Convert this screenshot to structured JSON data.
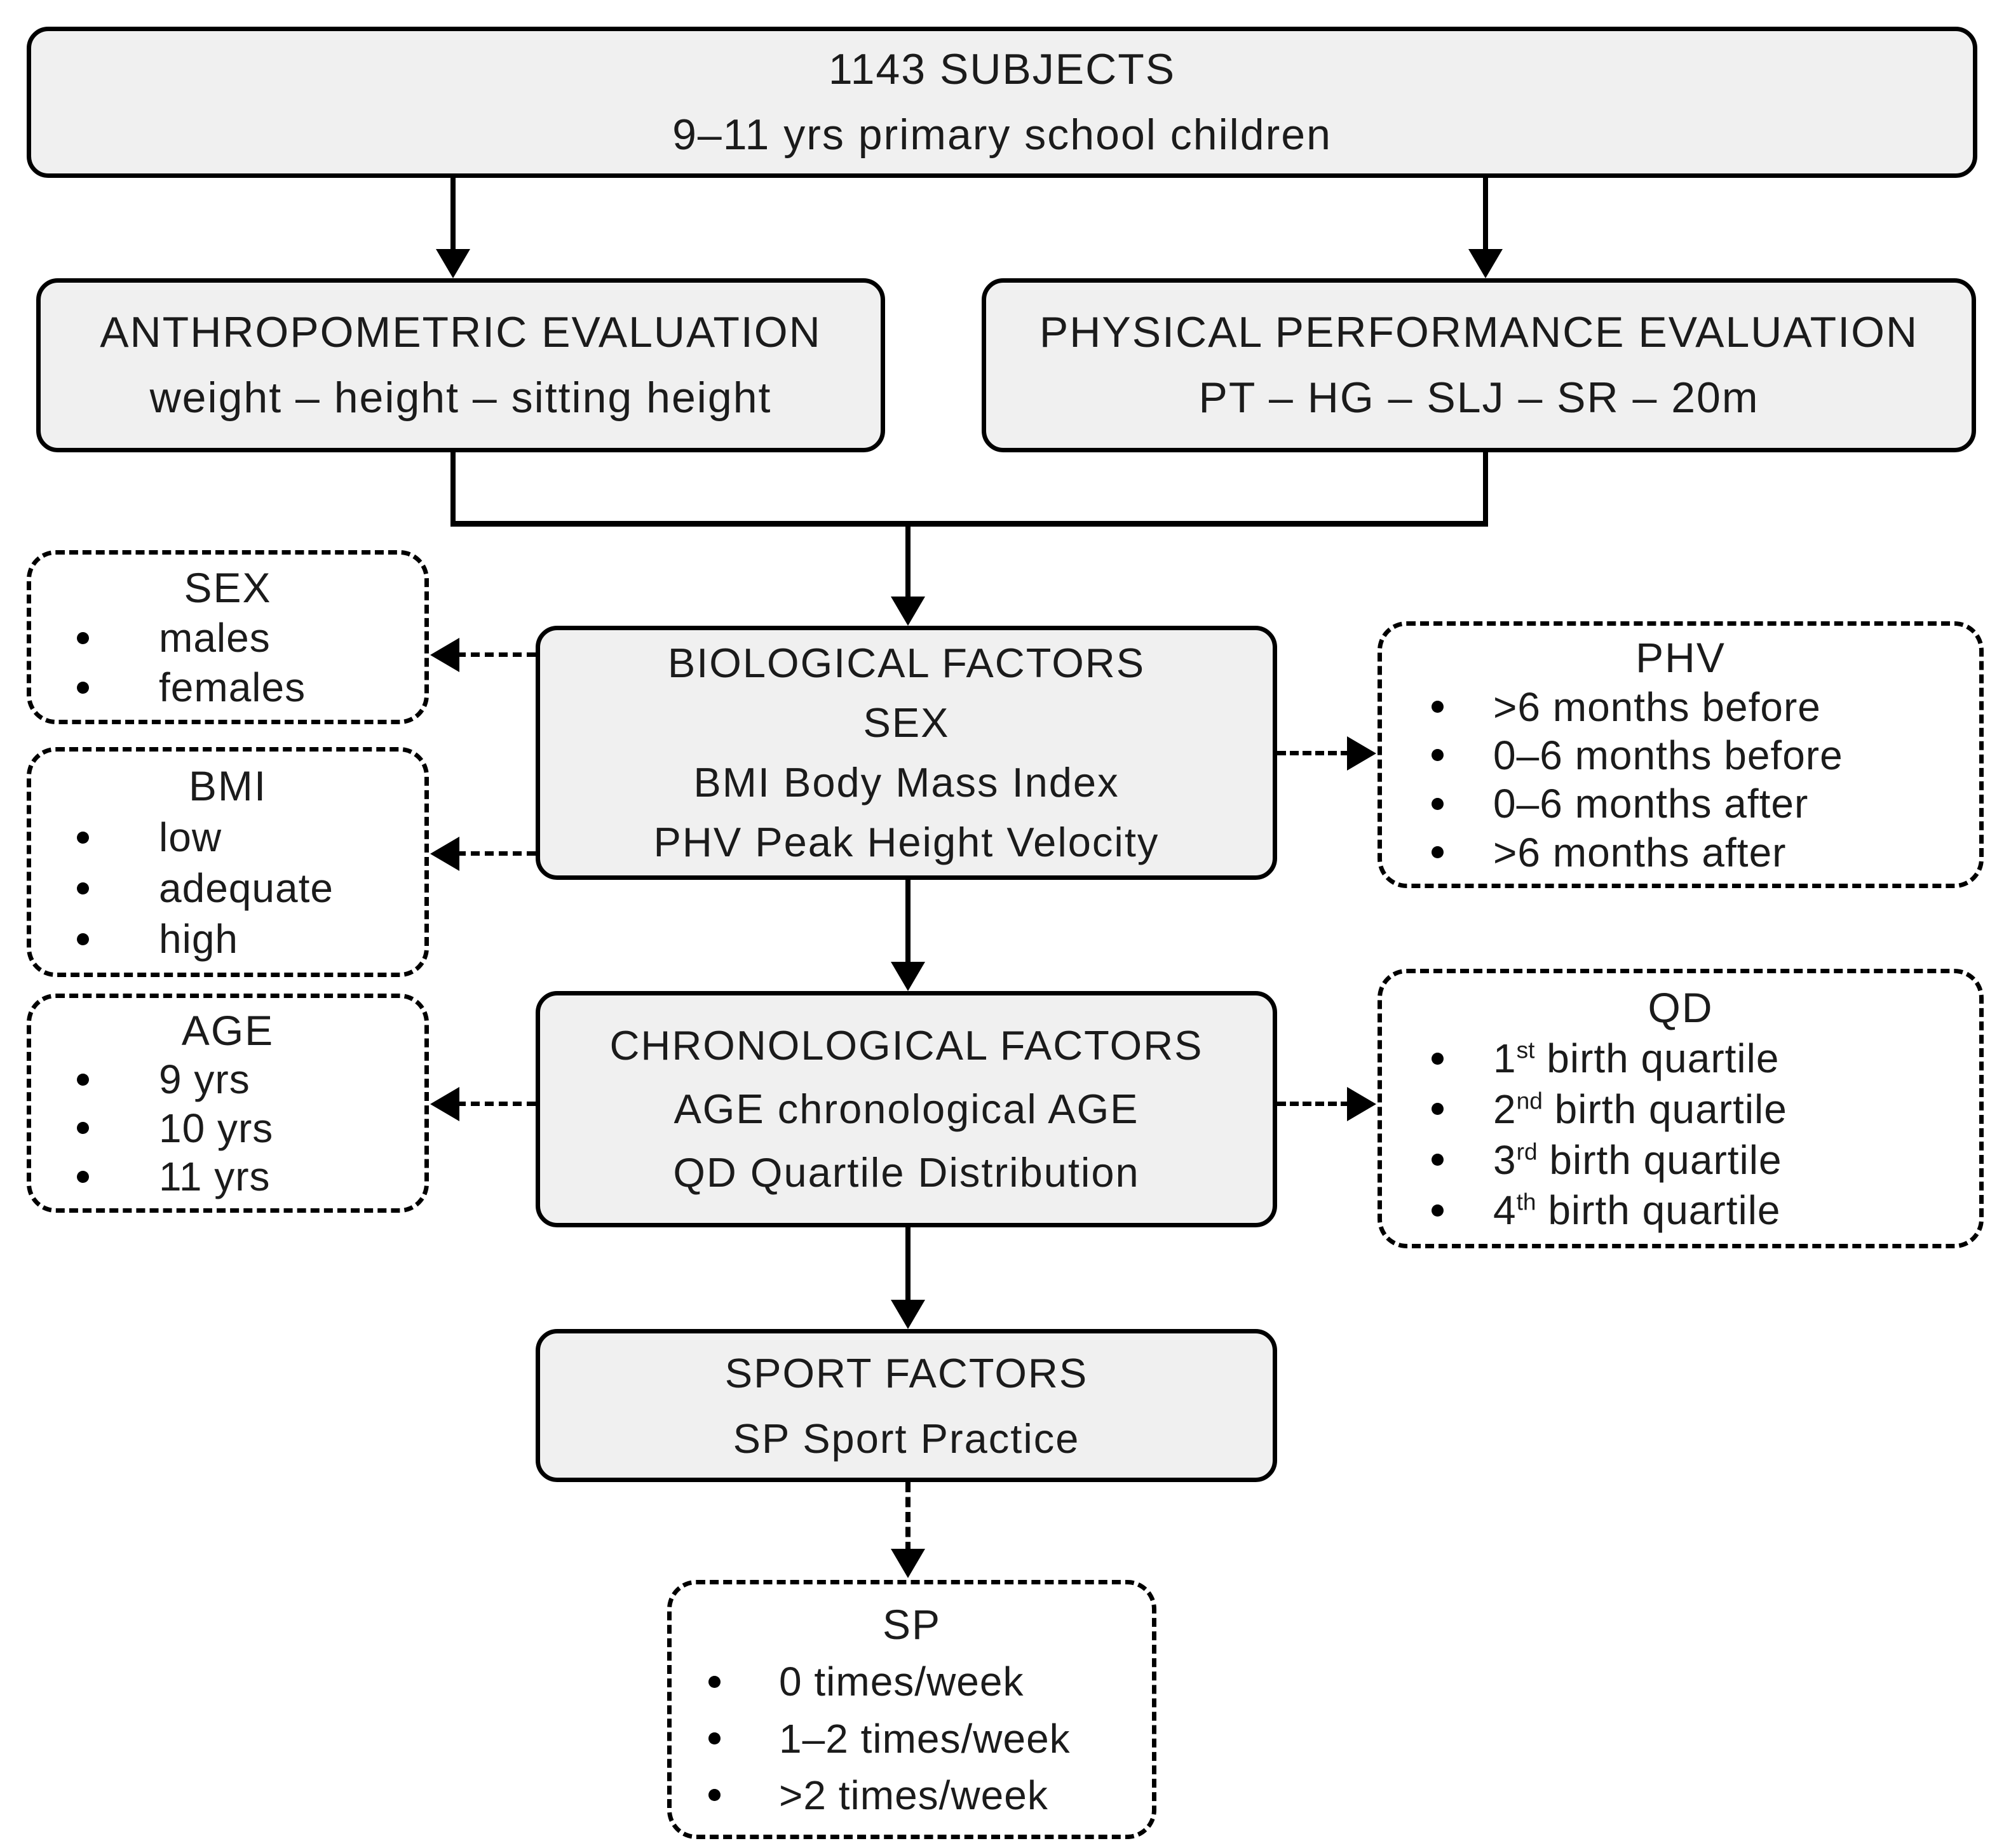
{
  "title_box": {
    "line1": "1143 SUBJECTS",
    "line2": "9–11 yrs primary school children"
  },
  "anthropometric_box": {
    "line1": "ANTHROPOMETRIC EVALUATION",
    "line2": "weight – height – sitting height"
  },
  "physical_box": {
    "line1": "PHYSICAL PERFORMANCE EVALUATION",
    "line2": "PT – HG – SLJ – SR – 20m"
  },
  "biological_box": {
    "line1": "BIOLOGICAL FACTORS",
    "line2": "SEX",
    "line3": "BMI Body Mass Index",
    "line4": "PHV Peak Height Velocity"
  },
  "chronological_box": {
    "line1": "CHRONOLOGICAL FACTORS",
    "line2": "AGE chronological AGE",
    "line3": "QD Quartile Distribution"
  },
  "sport_box": {
    "line1": "SPORT FACTORS",
    "line2": "SP Sport Practice"
  },
  "sex_box": {
    "title": "SEX",
    "items": [
      "males",
      "females"
    ]
  },
  "bmi_box": {
    "title": "BMI",
    "items": [
      "low",
      "adequate",
      "high"
    ]
  },
  "age_box": {
    "title": "AGE",
    "items": [
      "9 yrs",
      "10 yrs",
      "11 yrs"
    ]
  },
  "phv_box": {
    "title": "PHV",
    "items": [
      ">6 months before",
      "0–6 months before",
      "0–6 months after",
      ">6 months after"
    ]
  },
  "qd_box": {
    "title": "QD",
    "items": [
      {
        "num": "1",
        "sup": "st",
        "rest": " birth quartile"
      },
      {
        "num": "2",
        "sup": "nd",
        "rest": " birth quartile"
      },
      {
        "num": "3",
        "sup": "rd",
        "rest": " birth quartile"
      },
      {
        "num": "4",
        "sup": "th",
        "rest": " birth quartile"
      }
    ]
  },
  "sp_box": {
    "title": "SP",
    "items": [
      "0 times/week",
      "1–2 times/week",
      ">2 times/week"
    ]
  },
  "colors": {
    "box_fill": "#f0f0f0",
    "box_border": "#000000",
    "text": "#1b1b1b",
    "background": "#ffffff"
  }
}
